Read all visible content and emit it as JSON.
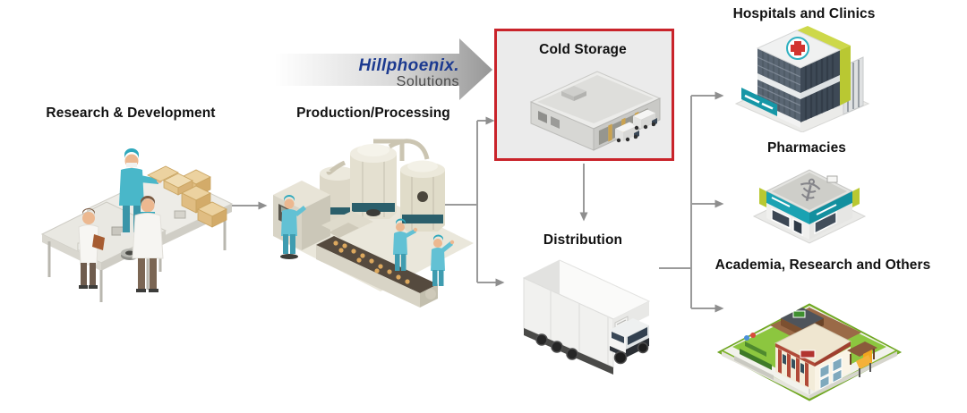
{
  "brand": {
    "name": "Hillphoenix.",
    "tagline": "Solutions"
  },
  "nodes": {
    "rnd": {
      "label": "Research & Development"
    },
    "production": {
      "label": "Production/Processing"
    },
    "cold_storage": {
      "label": "Cold Storage",
      "highlighted": true
    },
    "distribution": {
      "label": "Distribution"
    },
    "hospitals": {
      "label": "Hospitals and Clinics"
    },
    "pharmacies": {
      "label": "Pharmacies"
    },
    "academia": {
      "label": "Academia, Research and Others"
    }
  },
  "edges": [
    {
      "from": "Research & Development",
      "to": "Production/Processing"
    },
    {
      "from": "Production/Processing",
      "to": "Cold Storage"
    },
    {
      "from": "Production/Processing",
      "to": "Distribution"
    },
    {
      "from": "Cold Storage",
      "to": "Distribution"
    },
    {
      "from": "Distribution",
      "to": "Hospitals and Clinics"
    },
    {
      "from": "Distribution",
      "to": "Pharmacies"
    },
    {
      "from": "Distribution",
      "to": "Academia, Research and Others"
    }
  ],
  "colors": {
    "highlight_red": "#c9232a",
    "highlight_bg": "#ebebeb",
    "connector_gray": "#9a9a9a",
    "brand_blue": "#1c3a90",
    "brand_gray": "#4a4a4a",
    "accent_teal": "#1aa2b2",
    "accent_lime": "#b9c832"
  }
}
